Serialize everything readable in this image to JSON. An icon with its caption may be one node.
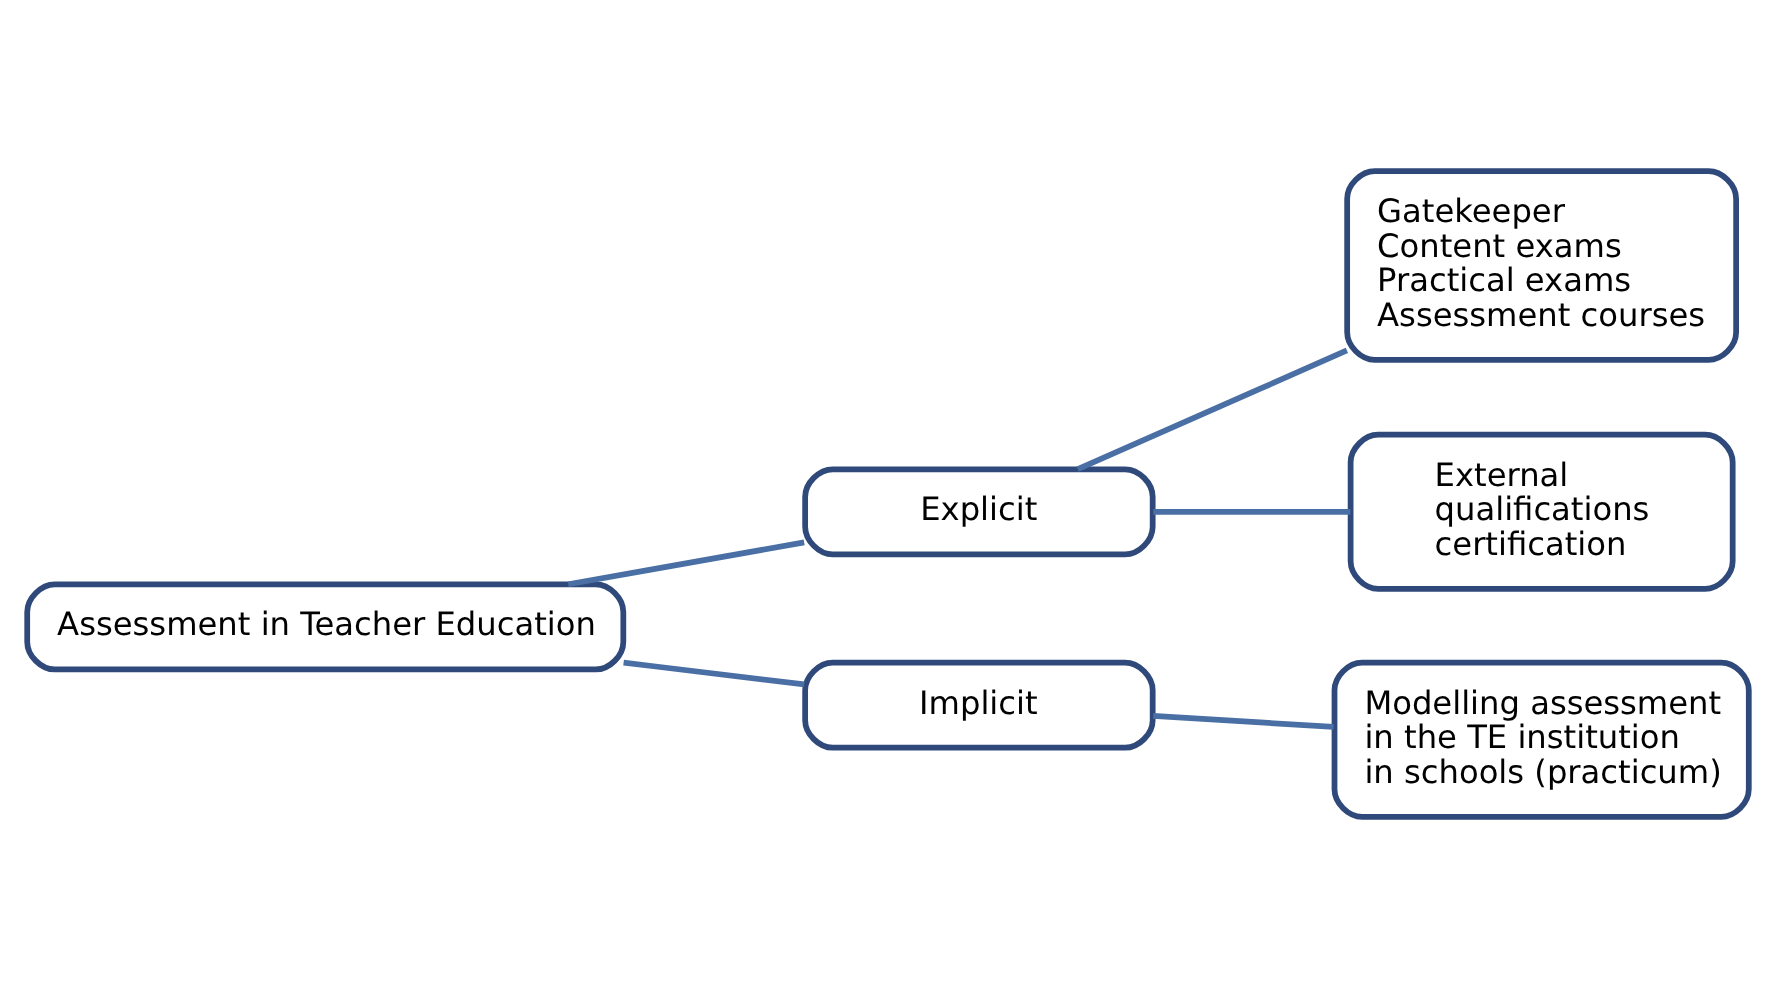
{
  "diagram": {
    "nodes": [
      {
        "text": [
          "Assessment in Teacher Education"
        ]
      },
      {
        "text": [
          "Explicit"
        ]
      },
      {
        "text": [
          "Implicit"
        ]
      },
      {
        "text": [
          "Gatekeeper",
          "Content exams",
          "Practical exams",
          "Assessment courses"
        ]
      },
      {
        "text": [
          "External",
          "qualifications",
          "certification"
        ]
      },
      {
        "text": [
          "Modelling assessment",
          "in the TE institution",
          "in schools (practicum)"
        ]
      }
    ],
    "edges": [
      {
        "from": 0,
        "to": 1,
        "arrow": "none"
      },
      {
        "from": 0,
        "to": 2,
        "arrow": "none"
      },
      {
        "from": 1,
        "to": 3,
        "arrow": "none"
      },
      {
        "from": 1,
        "to": 4,
        "arrow": "none"
      },
      {
        "from": 2,
        "to": 5,
        "arrow": "none"
      }
    ]
  }
}
